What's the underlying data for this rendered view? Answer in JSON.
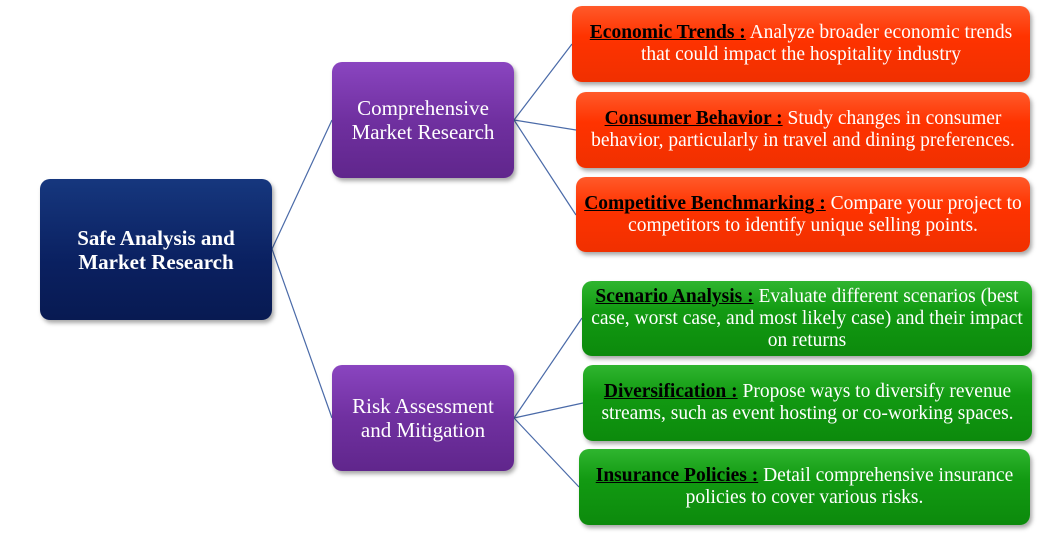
{
  "root": {
    "label": "Safe Analysis and Market Research"
  },
  "branches": [
    {
      "label": "Comprehensive Market Research",
      "items": [
        {
          "term": "Economic Trends :",
          "text": " Analyze broader economic trends that could impact the hospitality industry"
        },
        {
          "term": "Consumer Behavior :",
          "text": " Study changes in consumer behavior, particularly in travel and dining preferences."
        },
        {
          "term": "Competitive Benchmarking :",
          "text": " Compare your project to competitors to identify unique selling points."
        }
      ]
    },
    {
      "label": "Risk Assessment and Mitigation",
      "items": [
        {
          "term": "Scenario Analysis :",
          "text": " Evaluate different scenarios (best case, worst case, and most likely case) and their impact on returns"
        },
        {
          "term": "Diversification :",
          "text": " Propose ways to diversify revenue streams, such as event hosting or co-working spaces."
        },
        {
          "term": "Insurance Policies :",
          "text": " Detail comprehensive insurance policies to cover various risks."
        }
      ]
    }
  ],
  "colors": {
    "root": "#0a2060",
    "branch": "#7030a0",
    "research": "#ff3300",
    "risk": "#129a12",
    "connector": "#4a6aa8"
  }
}
